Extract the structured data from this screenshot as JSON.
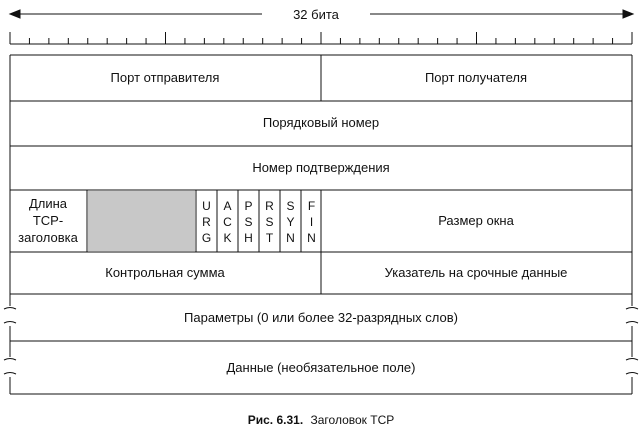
{
  "width_label": "32 бита",
  "rows": {
    "ports": {
      "source": "Порт отправителя",
      "dest": "Порт получателя"
    },
    "seq": "Порядковый номер",
    "ack": "Номер подтверждения",
    "header": {
      "line1": "Длина",
      "line2": "TCP-",
      "line3": "заголовка"
    },
    "flags": [
      {
        "name": "URG",
        "letters": [
          "U",
          "R",
          "G"
        ]
      },
      {
        "name": "ACK",
        "letters": [
          "A",
          "C",
          "K"
        ]
      },
      {
        "name": "PSH",
        "letters": [
          "P",
          "S",
          "H"
        ]
      },
      {
        "name": "RST",
        "letters": [
          "R",
          "S",
          "T"
        ]
      },
      {
        "name": "SYN",
        "letters": [
          "S",
          "Y",
          "N"
        ]
      },
      {
        "name": "FIN",
        "letters": [
          "F",
          "I",
          "N"
        ]
      }
    ],
    "window": "Размер окна",
    "checksum": "Контрольная сумма",
    "urgent": "Указатель на срочные данные",
    "options": "Параметры (0 или более 32-разрядных слов)",
    "data": "Данные (необязательное поле)"
  },
  "caption": {
    "prefix": "Рис. 6.31.",
    "text": "Заголовок TCP"
  },
  "colors": {
    "reserved": "#c8c8c8",
    "line": "#111111"
  }
}
